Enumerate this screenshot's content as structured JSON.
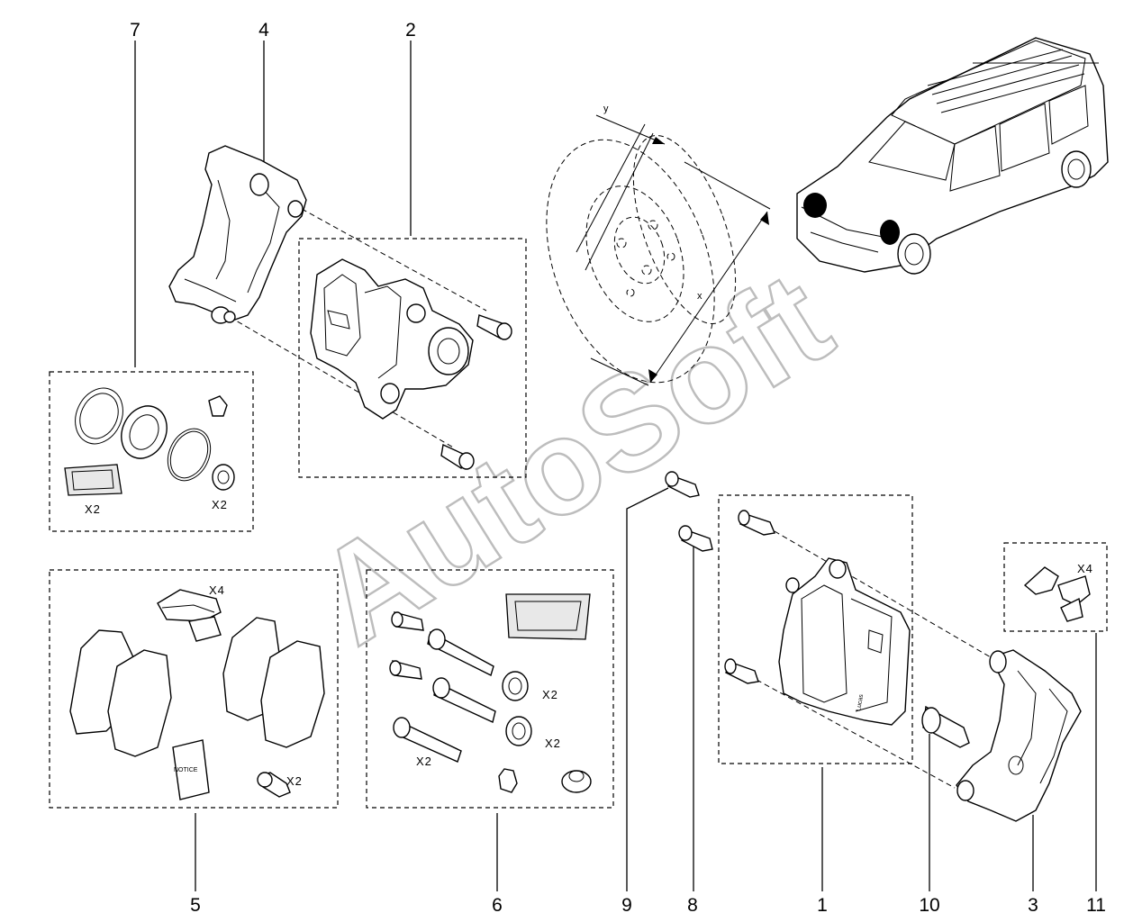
{
  "callouts": [
    "1",
    "2",
    "3",
    "4",
    "5",
    "6",
    "7",
    "8",
    "9",
    "10",
    "11"
  ],
  "quantities": {
    "kit7_x2_a": "X2",
    "kit7_x2_b": "X2",
    "kit5_x4": "X4",
    "kit5_x2": "X2",
    "kit6_x2_a": "X2",
    "kit6_x2_b": "X2",
    "kit6_x2_c": "X2",
    "kit11_x4": "X4"
  },
  "labels": {
    "notice": "NOTICE",
    "axis_x": "x",
    "axis_y": "y",
    "caliper_brand": "Lucas"
  },
  "watermark": "AutoSoft",
  "colors": {
    "line": "#000000",
    "watermark": "#bdbdbd",
    "background": "#ffffff"
  }
}
